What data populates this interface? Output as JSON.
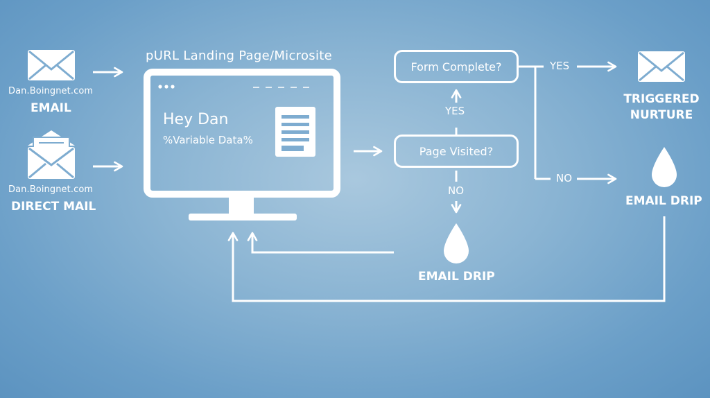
{
  "sources": [
    {
      "url": "Dan.Boingnet.com",
      "label": "EMAIL",
      "icon": "envelope-icon"
    },
    {
      "url": "Dan.Boingnet.com",
      "label": "DIRECT MAIL",
      "icon": "open-envelope-icon"
    }
  ],
  "landing": {
    "title": "pURL Landing Page/Microsite",
    "greeting": "Hey Dan",
    "variable": "%Variable Data%",
    "icon": "monitor-icon"
  },
  "decisions": {
    "page_visited": "Page Visited?",
    "form_complete": "Form Complete?"
  },
  "flow_labels": {
    "visited_yes": "YES",
    "visited_no": "NO",
    "form_yes": "YES",
    "form_no": "NO"
  },
  "outcomes": {
    "triggered_line1": "TRIGGERED",
    "triggered_line2": "NURTURE",
    "drip_right": "EMAIL DRIP",
    "drip_bottom": "EMAIL DRIP"
  },
  "colors": {
    "background_center": "#a9c8de",
    "background_edge": "#5c93c0",
    "foreground": "#ffffff"
  }
}
